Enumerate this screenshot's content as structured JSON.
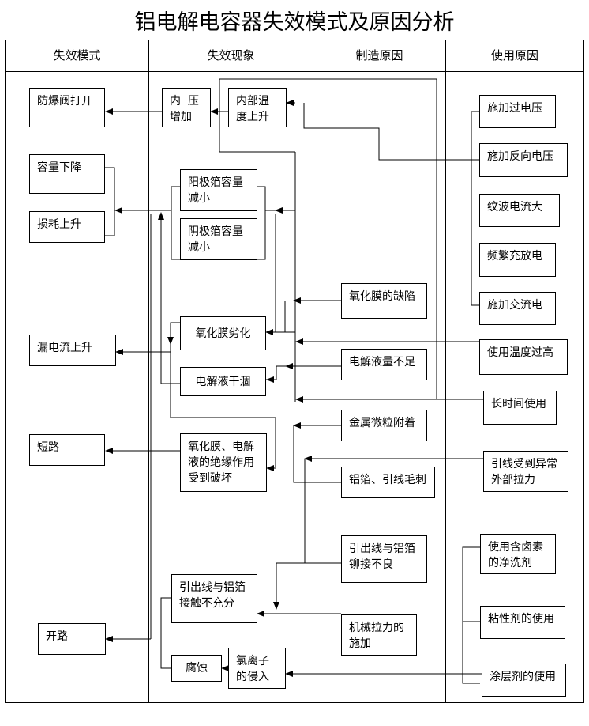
{
  "title": "铝电解电容器失效模式及原因分析",
  "headers": [
    "失效模式",
    "失效现象",
    "制造原因",
    "使用原因"
  ],
  "failure_modes": {
    "explosion_valve": "防爆阀打开",
    "capacity_drop": "容量下降",
    "loss_rise": "损耗上升",
    "leakage_rise": "漏电流上升",
    "short_circuit": "短路",
    "open_circuit": "开路"
  },
  "phenomena": {
    "internal_pressure": "内  压\n增加",
    "internal_temp": "内部温\n度上升",
    "anode_foil": "阳极箔容量\n减小",
    "cathode_foil": "阴极箔容量\n减小",
    "oxide_degrade": "氧化膜劣化",
    "electrolyte_dry": "电解液干涸",
    "insulation_break": "氧化膜、电解\n液的绝缘作用\n受到破坏",
    "lead_contact": "引出线与铝箔\n接触不充分",
    "corrosion": "腐蚀",
    "chlorine_ion": "氯离子\n的侵入"
  },
  "manufacturing_causes": {
    "oxide_defect": "氧化膜的缺陷",
    "electrolyte_short": "电解液量不足",
    "metal_particles": "金属微粒附着",
    "foil_burr": "铝箔、引线毛刺",
    "poor_riveting": "引出线与铝箔\n铆接不良",
    "mechanical_tension": "机械拉力的\n施加"
  },
  "usage_causes": {
    "over_voltage": "施加过电压",
    "reverse_voltage": "施加反向电压",
    "ripple_current": "纹波电流大",
    "frequent_charge": "频繁充放电",
    "ac_voltage": "施加交流电",
    "high_temp": "使用温度过高",
    "long_use": "长时间使用",
    "lead_force": "引线受到异常\n外部拉力",
    "halogen_cleaner": "使用含卤素\n的净洗剂",
    "adhesive": "粘性剂的使用",
    "coating": "涂层剂的使用"
  }
}
